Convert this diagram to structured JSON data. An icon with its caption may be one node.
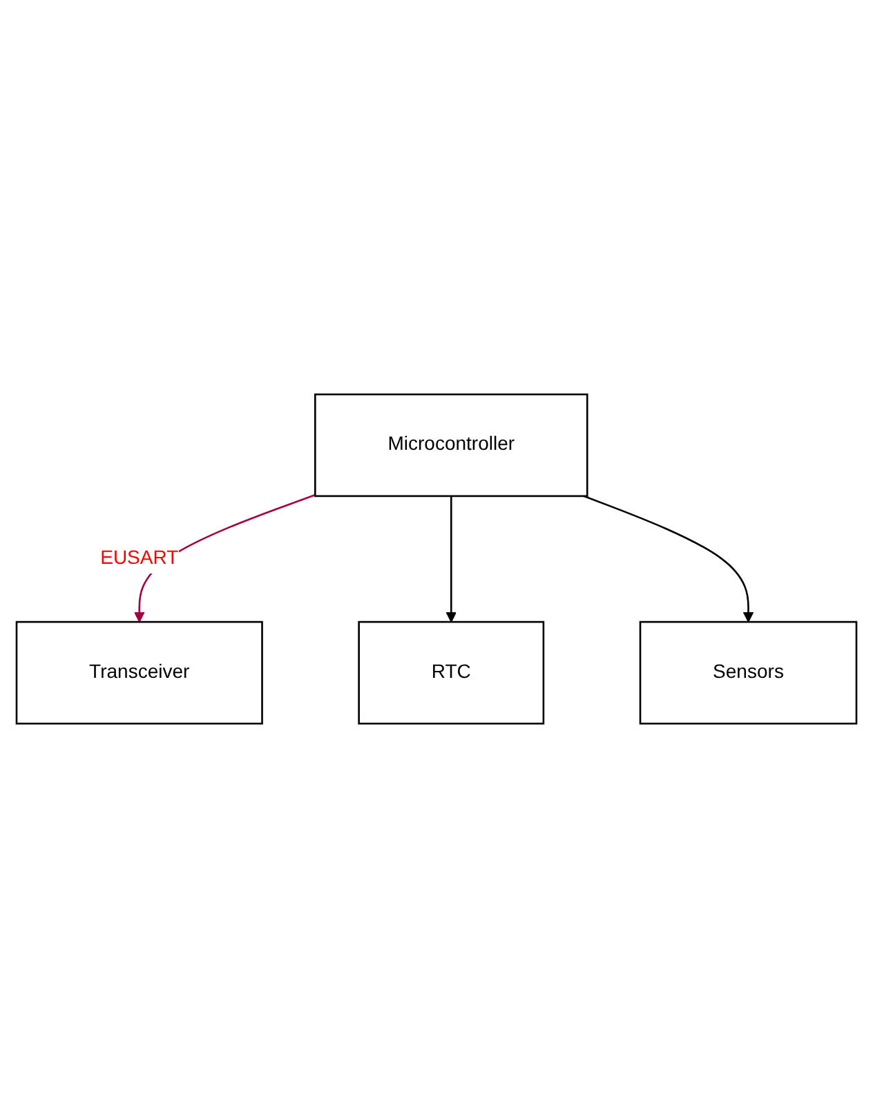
{
  "diagram": {
    "nodes": [
      {
        "text": [
          "Transceiver"
        ]
      },
      {
        "text": [
          "RTC"
        ]
      },
      {
        "text": [
          "Microcontroller"
        ]
      },
      {
        "text": [
          "Sensors"
        ]
      }
    ],
    "edges": [
      {
        "from": 2,
        "to": 0,
        "arrow": "to",
        "label": "EUSART",
        "color": "#a20043"
      },
      {
        "from": 2,
        "to": 1,
        "arrow": "to"
      },
      {
        "from": 2,
        "to": 3,
        "arrow": "to"
      }
    ]
  }
}
